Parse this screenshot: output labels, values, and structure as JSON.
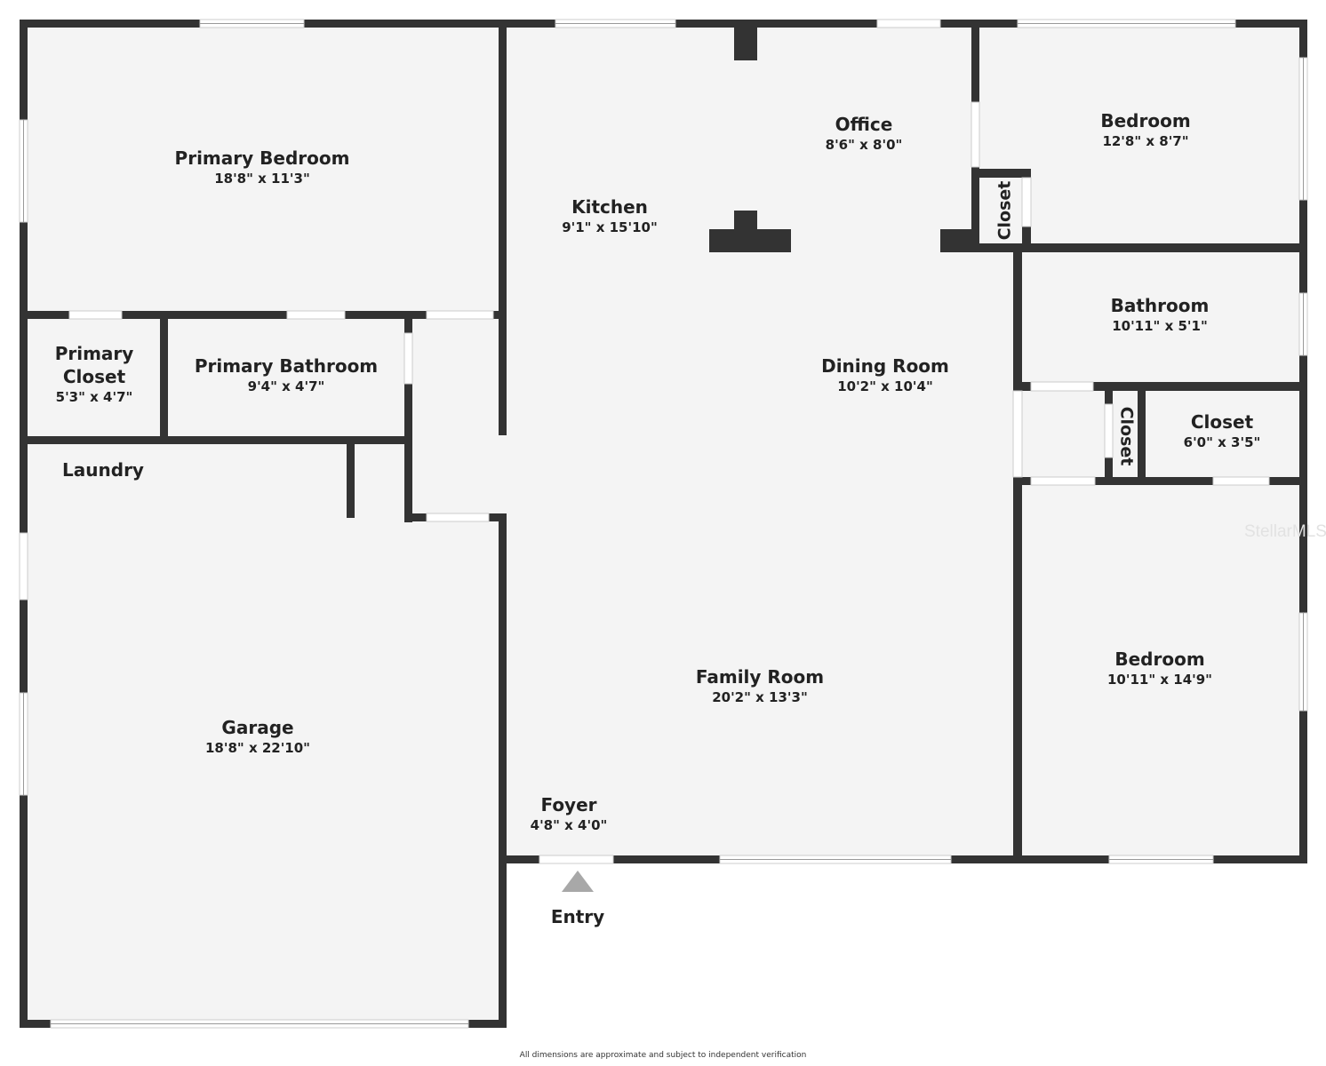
{
  "rooms": {
    "primary_bedroom": {
      "name": "Primary Bedroom",
      "dims": "18'8\" x 11'3\""
    },
    "kitchen": {
      "name": "Kitchen",
      "dims": "9'1\" x 15'10\""
    },
    "office": {
      "name": "Office",
      "dims": "8'6\" x 8'0\""
    },
    "bedroom_top": {
      "name": "Bedroom",
      "dims": "12'8\" x 8'7\""
    },
    "primary_closet": {
      "name_line1": "Primary",
      "name_line2": "Closet",
      "dims": "5'3\" x 4'7\""
    },
    "primary_bathroom": {
      "name": "Primary Bathroom",
      "dims": "9'4\" x 4'7\""
    },
    "bathroom": {
      "name": "Bathroom",
      "dims": "10'11\" x 5'1\""
    },
    "dining_room": {
      "name": "Dining Room",
      "dims": "10'2\" x 10'4\""
    },
    "closet_right": {
      "name": "Closet",
      "dims": "6'0\" x 3'5\""
    },
    "closet_top_vertical": {
      "name": "Closet"
    },
    "closet_mid_vertical": {
      "name": "Closet"
    },
    "laundry": {
      "name": "Laundry"
    },
    "family_room": {
      "name": "Family Room",
      "dims": "20'2\" x 13'3\""
    },
    "bedroom_bottom": {
      "name": "Bedroom",
      "dims": "10'11\" x 14'9\""
    },
    "garage": {
      "name": "Garage",
      "dims": "18'8\" x 22'10\""
    },
    "foyer": {
      "name": "Foyer",
      "dims": "4'8\" x 4'0\""
    }
  },
  "entry": {
    "label": "Entry"
  },
  "watermark": "StellarMLS",
  "disclaimer": "All dimensions are approximate and subject to independent verification",
  "colors": {
    "wall": "#333333",
    "floor": "#f4f4f4",
    "entry_arrow": "#a8a8a8"
  }
}
